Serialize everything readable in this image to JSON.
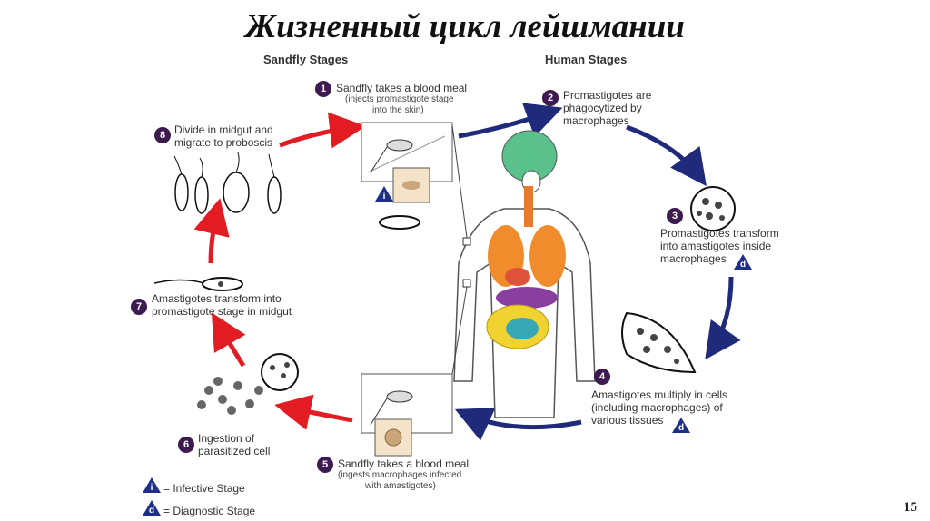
{
  "title": "Жизненный цикл лейшмании",
  "headers": {
    "sandfly": "Sandfly Stages",
    "human": "Human Stages"
  },
  "steps": [
    {
      "num": "1",
      "text": "Sandfly takes a blood meal",
      "sub1": "(injects promastigote stage",
      "sub2": "into the skin)"
    },
    {
      "num": "2",
      "l1": "Promastigotes are",
      "l2": "phagocytized by",
      "l3": "macrophages"
    },
    {
      "num": "3",
      "l1": "Promastigotes transform",
      "l2": "into amastigotes inside",
      "l3": "macrophages"
    },
    {
      "num": "4",
      "l1": "Amastigotes multiply in cells",
      "l2": "(including macrophages) of",
      "l3": "various tissues"
    },
    {
      "num": "5",
      "text": "Sandfly takes a blood meal",
      "sub1": "(ingests macrophages infected",
      "sub2": "with amastigotes)"
    },
    {
      "num": "6",
      "l1": "Ingestion of",
      "l2": "parasitized cell"
    },
    {
      "num": "7",
      "l1": "Amastigotes transform into",
      "l2": "promastigote stage in midgut"
    },
    {
      "num": "8",
      "l1": "Divide in midgut and",
      "l2": "migrate to proboscis"
    }
  ],
  "badges": {
    "infective": "i",
    "diagnostic": "d"
  },
  "legend": {
    "infective": "= Infective Stage",
    "diagnostic": "= Diagnostic Stage"
  },
  "page_number": "15",
  "colors": {
    "sandfly_arrow": "#e31b23",
    "human_arrow": "#1f2a7a",
    "step_circle": "#3d1a4f",
    "badge": "#1e2f8a"
  }
}
